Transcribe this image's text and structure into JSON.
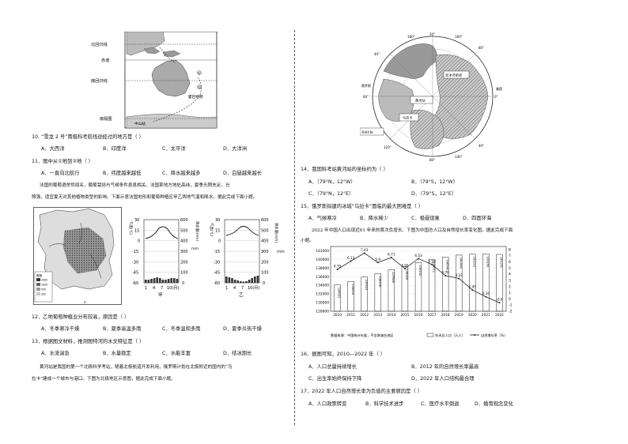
{
  "map1": {
    "lat_labels": [
      "北回归线",
      "赤道",
      "南回归线",
      "南极圈"
    ],
    "place_labels": [
      "雪龙2号",
      "霍巴特港",
      "中山站"
    ],
    "point_labels": [
      "①",
      "②"
    ]
  },
  "q10": {
    "text": "10. “雪龙 2 号”南极科考航线途经过的地方是（     ）",
    "options": [
      "A．大西洋",
      "B．印度洋",
      "C．太平洋",
      "D．大洋洲"
    ]
  },
  "q11": {
    "text": "11．图中从①地到②地（     ）",
    "options": [
      "A．一直向北航行",
      "B．纬度越来越低",
      "C．降水越来越多",
      "D．白昼越来越长"
    ]
  },
  "passage1": [
    "法国的葡萄酒举世闻名，葡萄栽培与气候条件息息相关。法国某地方地处高纬，夏季光照充足，光",
    "照强，适宜夏天对其他植物类型的影响。下面示意法国地形和葡萄种植区甲乙两地气温和降水。据此完成下面小题。"
  ],
  "map2": {
    "legend_title": "葡萄",
    "legend_items": [
      "2000",
      "1000",
      "500",
      "200"
    ],
    "lat_label": "0°"
  },
  "climate_jia": {
    "caption": "甲",
    "temp_label": "气温(℃)",
    "precip_label": "降水量(mm)",
    "months": [
      "1",
      "4",
      "7",
      "10(月)"
    ],
    "temp_ticks": [
      "30",
      "15",
      "0",
      "-15",
      "-30",
      "-45",
      "-60"
    ],
    "precip_ticks": [
      "600",
      "500",
      "400",
      "300",
      "200",
      "100",
      "0"
    ],
    "precip_unit": "mm"
  },
  "climate_yi": {
    "caption": "乙",
    "temp_label": "气温(℃)",
    "precip_label": "降水量(mm)",
    "months": [
      "1",
      "4",
      "7",
      "10(月)"
    ],
    "temp_ticks": [
      "30",
      "15",
      "0",
      "-15",
      "-30",
      "-45",
      "-60"
    ],
    "precip_ticks": [
      "600",
      "500",
      "400",
      "300",
      "200",
      "100",
      "0"
    ],
    "precip_unit": "mm"
  },
  "q12": {
    "text": "12．乙地葡萄种植业分布较高，原因是（     ）",
    "options": [
      "A．冬季寒冷干燥",
      "B．夏季高温多雨",
      "C．冬季温和多雨",
      "D．夏季炎热干燥"
    ]
  },
  "q13": {
    "text": "13．根据图文材料，推测图特河的水文特征是（     ）",
    "options": [
      "A．水流湍急",
      "B．水量稳定",
      "C．水能丰富",
      "D．结冰期长"
    ]
  },
  "passage2": [
    "黄河站是我国的第一个北极科学考站，随着北极航道开发利用，俄罗斯计划在北极附近的国内的“乌",
    "拉卡”建成一个城市与港口。下图为北极地区示意图，据此完成下面小题。"
  ],
  "polar_map": {
    "degree_labels": [
      "20°",
      "40°",
      "60°",
      "80°",
      "0°",
      "40°",
      "80°",
      "120°",
      "160°",
      "180°",
      "140°"
    ],
    "box_labels": [
      "北冰洋航线",
      "黄河站",
      "乌拉卡"
    ],
    "corner_label": "亚洲大陆",
    "side_labels": [
      "美国",
      "俄罗斯"
    ]
  },
  "q14": {
    "text": "14．我国科考站黄河站的坐标约为（     ）",
    "options": [
      "A．（79°N，12°W）",
      "B．（79°S，12°W）",
      "C．（79°N，12°E）",
      "D．（79°S，12°E）"
    ]
  },
  "q15": {
    "text": "15．俄罗斯拟建的冰城“乌拉卡”面临的最大困难是（     ）",
    "options": [
      "A．气候寒冷",
      "B．降水稀少",
      "C．极昼现象",
      "D．四面环海"
    ]
  },
  "passage3": [
    "2022 年中国人口出现近61 年来的首次负增长。下图为中国总人口及自然增长率变化图。据此完成下面",
    "小题。"
  ],
  "chart_data": {
    "type": "bar",
    "categories": [
      "2010",
      "2011",
      "2012",
      "2013",
      "2014",
      "2015",
      "2016",
      "2017",
      "2018",
      "2019",
      "2020",
      "2021",
      "2022"
    ],
    "series": [
      {
        "name": "年末总人口（万人）",
        "type": "bar",
        "values": [
          134091,
          134916,
          135922,
          136726,
          137646,
          138326,
          139232,
          140011,
          140541,
          141008,
          141212,
          141260,
          141175
        ]
      },
      {
        "name": "自然增长率（%）",
        "type": "line",
        "values": [
          4.79,
          6.13,
          7.43,
          5.9,
          6.71,
          4.93,
          6.53,
          5.58,
          3.78,
          3.32,
          1.45,
          0.34,
          -0.6
        ]
      }
    ],
    "y_left_ticks": [
      "142000",
      "140000",
      "138000",
      "136000",
      "134000",
      "132000",
      "130000",
      "128000"
    ],
    "y_right_ticks": [
      "8",
      "7",
      "6",
      "5",
      "4",
      "3",
      "2",
      "1",
      "0",
      "-1",
      "-2"
    ],
    "ylim_left": [
      128000,
      143000
    ],
    "ylim_right": [
      -2,
      8.5
    ],
    "source": "数据来源：中国统计年鉴，不含港澳台地区",
    "legend": [
      "年末总人口（万人）",
      "自然增长率（%）"
    ],
    "bar_color": "#ffffff",
    "line_color": "#222222"
  },
  "q16": {
    "text": "16．据图可知，2010—2022 年（     ）",
    "options": [
      "A．人口总量持续增长",
      "B．2012 年的自然增长率最高",
      "C．出生率始终保持下降",
      "D．2022 年人口结构最合理"
    ]
  },
  "q17": {
    "text": "17．2022 年人口自然增长率为负值的主要原因是（     ）",
    "options": [
      "A．人口政策转变",
      "B．科学技术进步",
      "C．医疗水平倒退",
      "D．婚育观念变化"
    ]
  }
}
